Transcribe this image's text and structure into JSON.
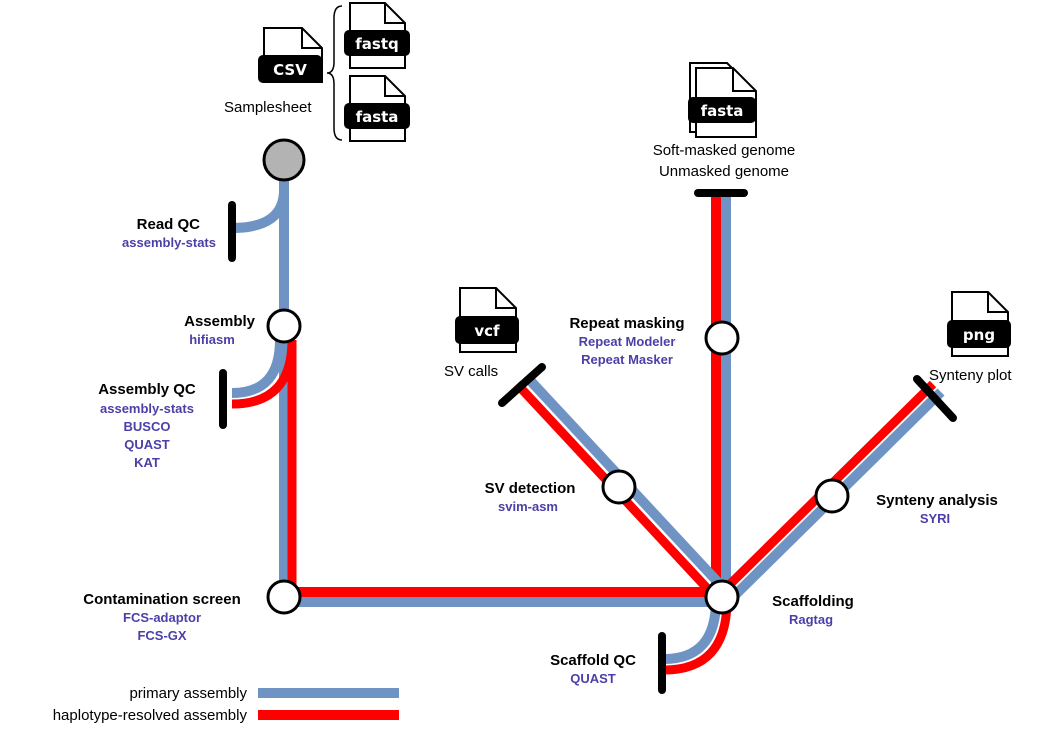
{
  "colors": {
    "primary": "#6f93c3",
    "haplotype": "#ff0000",
    "tool": "#4b3fa8",
    "start_node": "#b3b3b3"
  },
  "files": {
    "samplesheet": {
      "badge": "CSV",
      "caption": "Samplesheet"
    },
    "fastq": {
      "badge": "fastq"
    },
    "fasta_input": {
      "badge": "fasta"
    },
    "fasta_output": {
      "badge": "fasta",
      "caption_line1": "Soft-masked genome",
      "caption_line2": "Unmasked genome"
    },
    "vcf": {
      "badge": "vcf",
      "caption": "SV calls"
    },
    "png": {
      "badge": "png",
      "caption": "Synteny plot"
    }
  },
  "steps": {
    "read_qc": {
      "label": "Read QC",
      "tools": [
        "assembly-stats"
      ]
    },
    "assembly": {
      "label": "Assembly",
      "tools": [
        "hifiasm"
      ]
    },
    "assembly_qc": {
      "label": "Assembly QC",
      "tools": [
        "assembly-stats",
        "BUSCO",
        "QUAST",
        "KAT"
      ]
    },
    "contamination": {
      "label": "Contamination screen",
      "tools": [
        "FCS-adaptor",
        "FCS-GX"
      ]
    },
    "scaffolding": {
      "label": "Scaffolding",
      "tools": [
        "Ragtag"
      ]
    },
    "scaffold_qc": {
      "label": "Scaffold QC",
      "tools": [
        "QUAST"
      ]
    },
    "sv_detection": {
      "label": "SV detection",
      "tools": [
        "svim-asm"
      ]
    },
    "repeat_masking": {
      "label": "Repeat masking",
      "tools": [
        "Repeat Modeler",
        "Repeat Masker"
      ]
    },
    "synteny": {
      "label": "Synteny analysis",
      "tools": [
        "SYRI"
      ]
    }
  },
  "legend": {
    "primary": "primary assembly",
    "haplotype": "haplotype-resolved assembly"
  }
}
